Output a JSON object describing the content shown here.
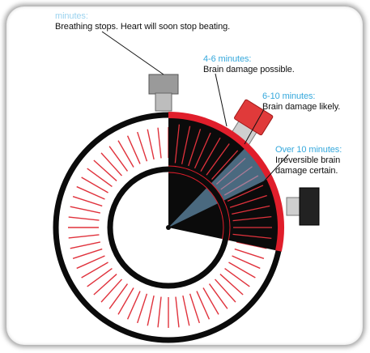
{
  "captions": [
    {
      "heading": "minutes:",
      "body": [
        "Breathing stops. Heart will soon stop beating."
      ]
    },
    {
      "heading": "4-6 minutes:",
      "body": [
        "Brain damage possible."
      ]
    },
    {
      "heading": "6-10 minutes:",
      "body": [
        "Brain damage likely."
      ]
    },
    {
      "heading": "Over 10 minutes:",
      "body": [
        "Irreversible brain",
        "damage certain."
      ]
    }
  ],
  "colors": {
    "ring": "#0b0b0b",
    "tick": "#e0323c",
    "danger_arc": "#e01e2b",
    "wedge_fill": "#0b0b0b",
    "beam": "#7fb8e0",
    "accent_heading": "#35a8dc",
    "button_red": "#e03a3a",
    "button_gray": "#9a9a9a"
  },
  "icons": {
    "top_crown": "stopwatch-crown-icon",
    "red_button": "stopwatch-red-button-icon",
    "side_button": "stopwatch-side-button-icon"
  }
}
